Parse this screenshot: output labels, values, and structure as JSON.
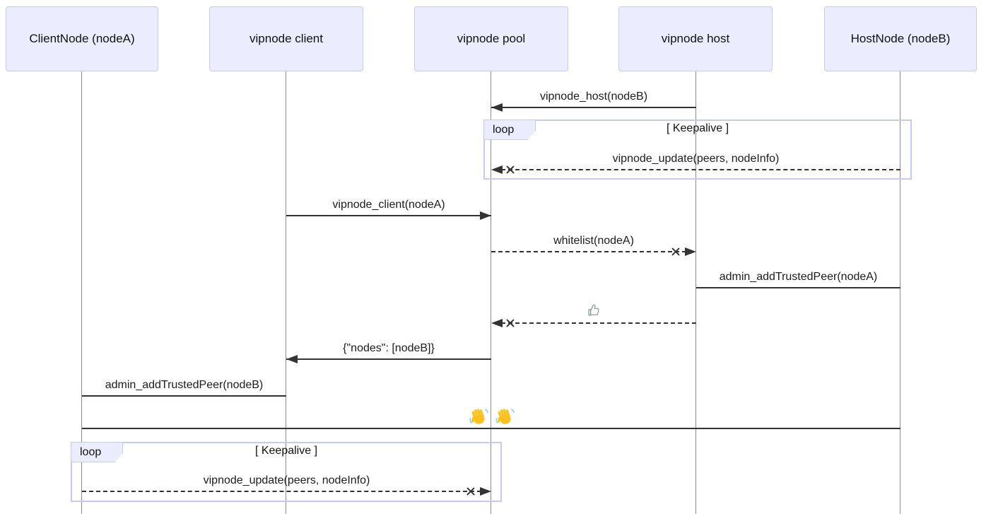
{
  "diagram": {
    "type": "sequence",
    "actors": [
      {
        "id": "clientnode-a",
        "label": "ClientNode (nodeA)"
      },
      {
        "id": "vipnode-client",
        "label": "vipnode client"
      },
      {
        "id": "vipnode-pool",
        "label": "vipnode pool"
      },
      {
        "id": "vipnode-host",
        "label": "vipnode host"
      },
      {
        "id": "hostnode-b",
        "label": "HostNode (nodeB)"
      }
    ],
    "messages": [
      {
        "text": "vipnode_host(nodeB)",
        "from": "vipnode host",
        "to": "vipnode pool",
        "line": "solid",
        "arrow": "filled",
        "cross": false
      },
      {
        "text": "vipnode_update(peers, nodeInfo)",
        "from": "HostNode (nodeB)",
        "to": "vipnode pool",
        "line": "dashed",
        "arrow": "filled",
        "cross": true
      },
      {
        "text": "vipnode_client(nodeA)",
        "from": "vipnode client",
        "to": "vipnode pool",
        "line": "solid",
        "arrow": "filled",
        "cross": false
      },
      {
        "text": "whitelist(nodeA)",
        "from": "vipnode pool",
        "to": "vipnode host",
        "line": "dashed",
        "arrow": "filled",
        "cross": true
      },
      {
        "text": "admin_addTrustedPeer(nodeA)",
        "from": "vipnode host",
        "to": "HostNode (nodeB)",
        "line": "solid",
        "arrow": "none",
        "cross": false
      },
      {
        "text": "👍",
        "from": "vipnode host",
        "to": "vipnode pool",
        "line": "dashed",
        "arrow": "filled",
        "cross": true
      },
      {
        "text": "{\"nodes\": [nodeB]}",
        "from": "vipnode pool",
        "to": "vipnode client",
        "line": "solid",
        "arrow": "filled",
        "cross": false
      },
      {
        "text": "admin_addTrustedPeer(nodeB)",
        "from": "vipnode client",
        "to": "ClientNode (nodeA)",
        "line": "solid",
        "arrow": "none",
        "cross": false
      },
      {
        "text": "👋 👋",
        "from": "ClientNode (nodeA)",
        "to": "HostNode (nodeB)",
        "line": "solid",
        "arrow": "none",
        "cross": false
      },
      {
        "text": "vipnode_update(peers, nodeInfo)",
        "from": "ClientNode (nodeA)",
        "to": "vipnode pool",
        "line": "dashed",
        "arrow": "filled",
        "cross": true
      }
    ],
    "loops": [
      {
        "label": "loop",
        "condition": "[ Keepalive ]"
      },
      {
        "label": "loop",
        "condition": "[ Keepalive ]"
      }
    ],
    "colors": {
      "actor_fill": "#ECECFF",
      "actor_border": "#C6CAF3",
      "loop_border": "#C6CBF4",
      "lifeline": "#8C8C8C",
      "message_line": "#333333",
      "text": "#1C1C1C",
      "wave_emoji_hand": "#FCC21B",
      "wave_emoji_motion": "#81D4FA",
      "thumb_emoji_outline": "#78909C"
    }
  }
}
